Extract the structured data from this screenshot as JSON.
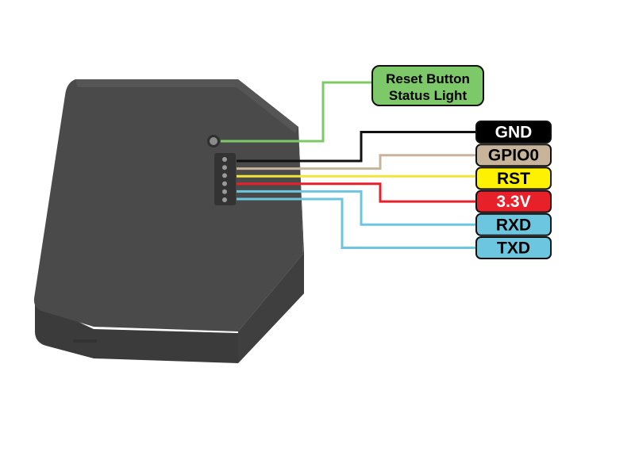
{
  "callout": {
    "line1": "Reset Button",
    "line2": "Status Light",
    "fill": "#7dc96a",
    "wire_color": "#7dc96a"
  },
  "pins": [
    {
      "label": "GND",
      "fill": "#000000",
      "text_color": "#ffffff",
      "wire_color": "#111111"
    },
    {
      "label": "GPIO0",
      "fill": "#c8b49a",
      "text_color": "#000000",
      "wire_color": "#c8b49a"
    },
    {
      "label": "RST",
      "fill": "#fff200",
      "text_color": "#000000",
      "wire_color": "#f3e43a"
    },
    {
      "label": "3.3V",
      "fill": "#e8202a",
      "text_color": "#ffffff",
      "wire_color": "#e8202a"
    },
    {
      "label": "RXD",
      "fill": "#6cc6df",
      "text_color": "#000000",
      "wire_color": "#6cc6df"
    },
    {
      "label": "TXD",
      "fill": "#6cc6df",
      "text_color": "#000000",
      "wire_color": "#6cc6df"
    }
  ],
  "device": {
    "body_color": "#4a4a4a",
    "edge_color": "#3a3a3a",
    "led_color": "#8a8a8a"
  }
}
